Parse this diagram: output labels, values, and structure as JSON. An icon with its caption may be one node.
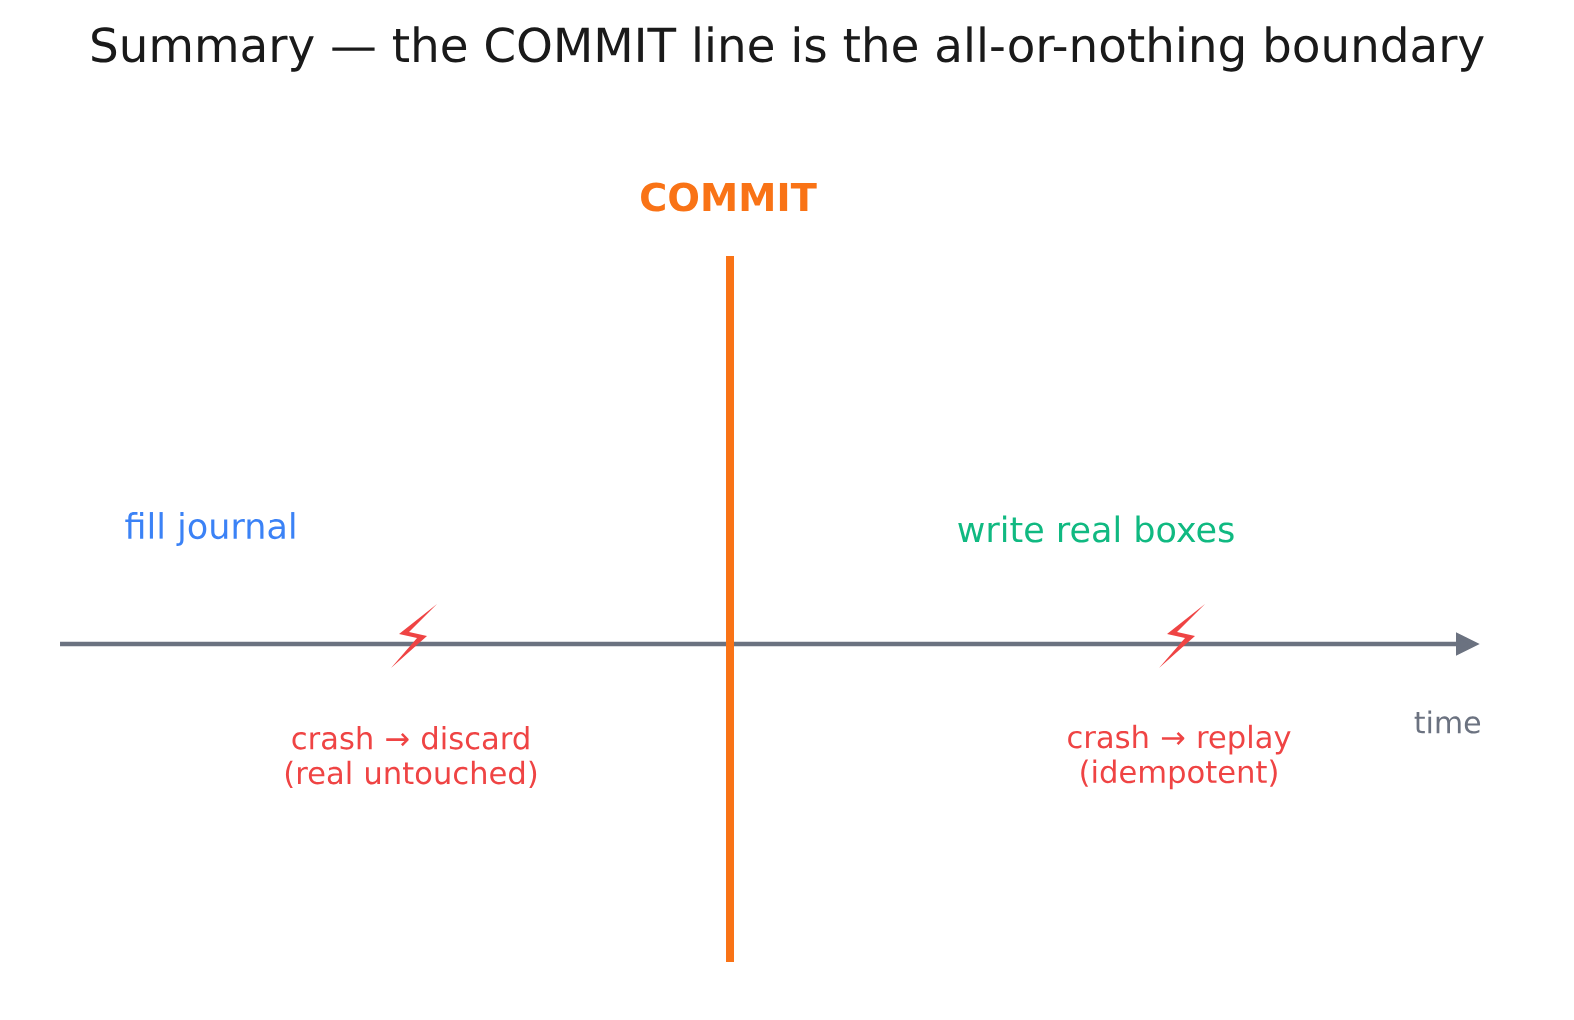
{
  "diagram": {
    "title": "Summary — the COMMIT line is the all-or-nothing boundary",
    "labels": [
      "COMMIT",
      "fill journal",
      "write real boxes",
      "crash → discard (real untouched)",
      "crash → replay (idempotent)",
      "time"
    ]
  }
}
